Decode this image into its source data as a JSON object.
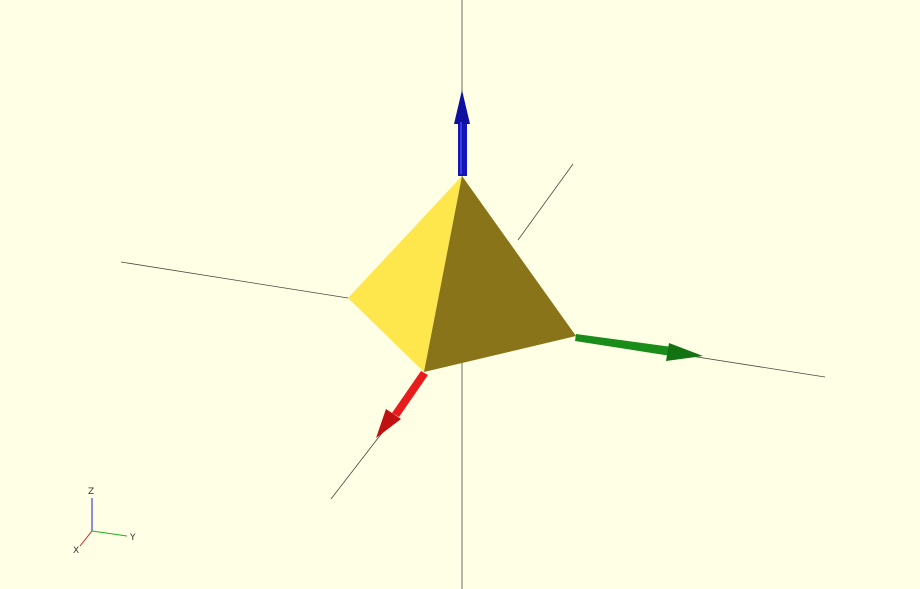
{
  "viewer": {
    "background_color": "#ffffe5",
    "model": {
      "shape": "pyramid",
      "left_face_color": "#fde74c",
      "right_face_color": "#8a741a"
    },
    "axes": {
      "line_color": "#4a4a40",
      "x_arrow_color": "#e81c1c",
      "y_arrow_color": "#1a8c1a",
      "z_arrow_color": "#1414b8"
    },
    "orientation_gizmo": {
      "x_label": "X",
      "y_label": "Y",
      "z_label": "Z",
      "x_color": "#d02020",
      "y_color": "#20b020",
      "z_color": "#2020d0"
    }
  }
}
